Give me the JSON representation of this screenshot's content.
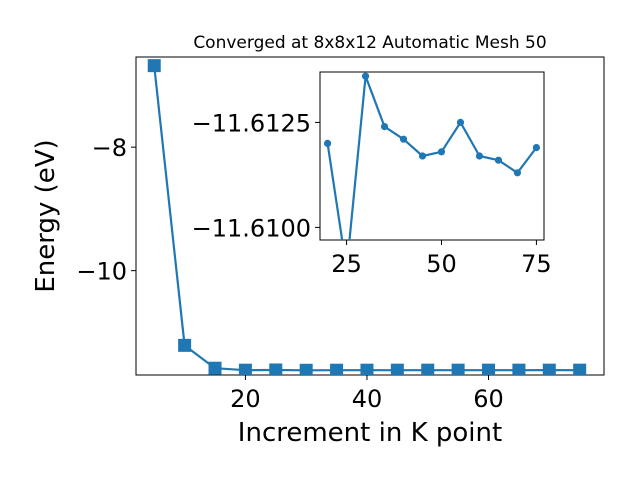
{
  "chart_data": [
    {
      "type": "line",
      "title": "Converged at 8x8x12 Automatic Mesh 50",
      "xlabel": "Increment in K point",
      "ylabel": "Energy (eV)",
      "xlim": [
        2,
        79
      ],
      "ylim": [
        -11.69,
        -6.54
      ],
      "xticks": [
        20,
        40,
        60
      ],
      "yticks": [
        -10,
        -8
      ],
      "ytick_labels": [
        "−10",
        "−8"
      ],
      "marker": "square",
      "color": "#1f77b4",
      "grid": false,
      "series": [
        {
          "x": [
            5,
            10,
            15,
            20,
            25,
            30,
            35,
            40,
            45,
            50,
            55,
            60,
            65,
            70,
            75
          ],
          "values": [
            -6.68,
            -11.21,
            -11.58,
            -11.612,
            -11.609,
            -11.6136,
            -11.6124,
            -11.6121,
            -11.6117,
            -11.6116,
            -11.6115,
            -11.6115,
            -11.6116,
            -11.6114,
            -11.6116
          ]
        }
      ]
    },
    {
      "type": "line",
      "title": "",
      "xlim": [
        18,
        77
      ],
      "ylim": [
        -11.6097,
        -11.6137
      ],
      "xticks": [
        25,
        50,
        75
      ],
      "yticks": [
        -11.6125,
        -11.61
      ],
      "ytick_labels": [
        "−11.6125",
        "−11.6100"
      ],
      "marker": "circle",
      "color": "#1f77b4",
      "series": [
        {
          "x": [
            20,
            25,
            30,
            35,
            40,
            45,
            50,
            55,
            60,
            65,
            70,
            75
          ],
          "values": [
            -11.612,
            -11.609,
            -11.6136,
            -11.6124,
            -11.6121,
            -11.6117,
            -11.6118,
            -11.6125,
            -11.6117,
            -11.6116,
            -11.6113,
            -11.6119
          ]
        }
      ]
    }
  ]
}
